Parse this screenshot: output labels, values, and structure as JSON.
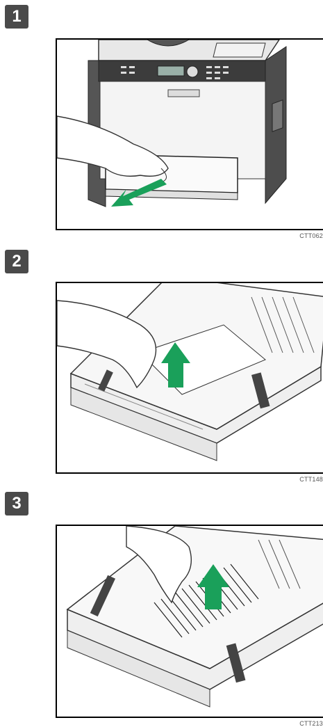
{
  "steps": [
    {
      "number": "1",
      "figure_code": "CTT062",
      "arrow_color": "#1aa05a",
      "icon": "printer-pull-tray-figure"
    },
    {
      "number": "2",
      "figure_code": "CTT148",
      "arrow_color": "#1aa05a",
      "icon": "tray-lift-cover-figure"
    },
    {
      "number": "3",
      "figure_code": "CTT213",
      "arrow_color": "#1aa05a",
      "icon": "tray-remove-paper-figure"
    }
  ]
}
